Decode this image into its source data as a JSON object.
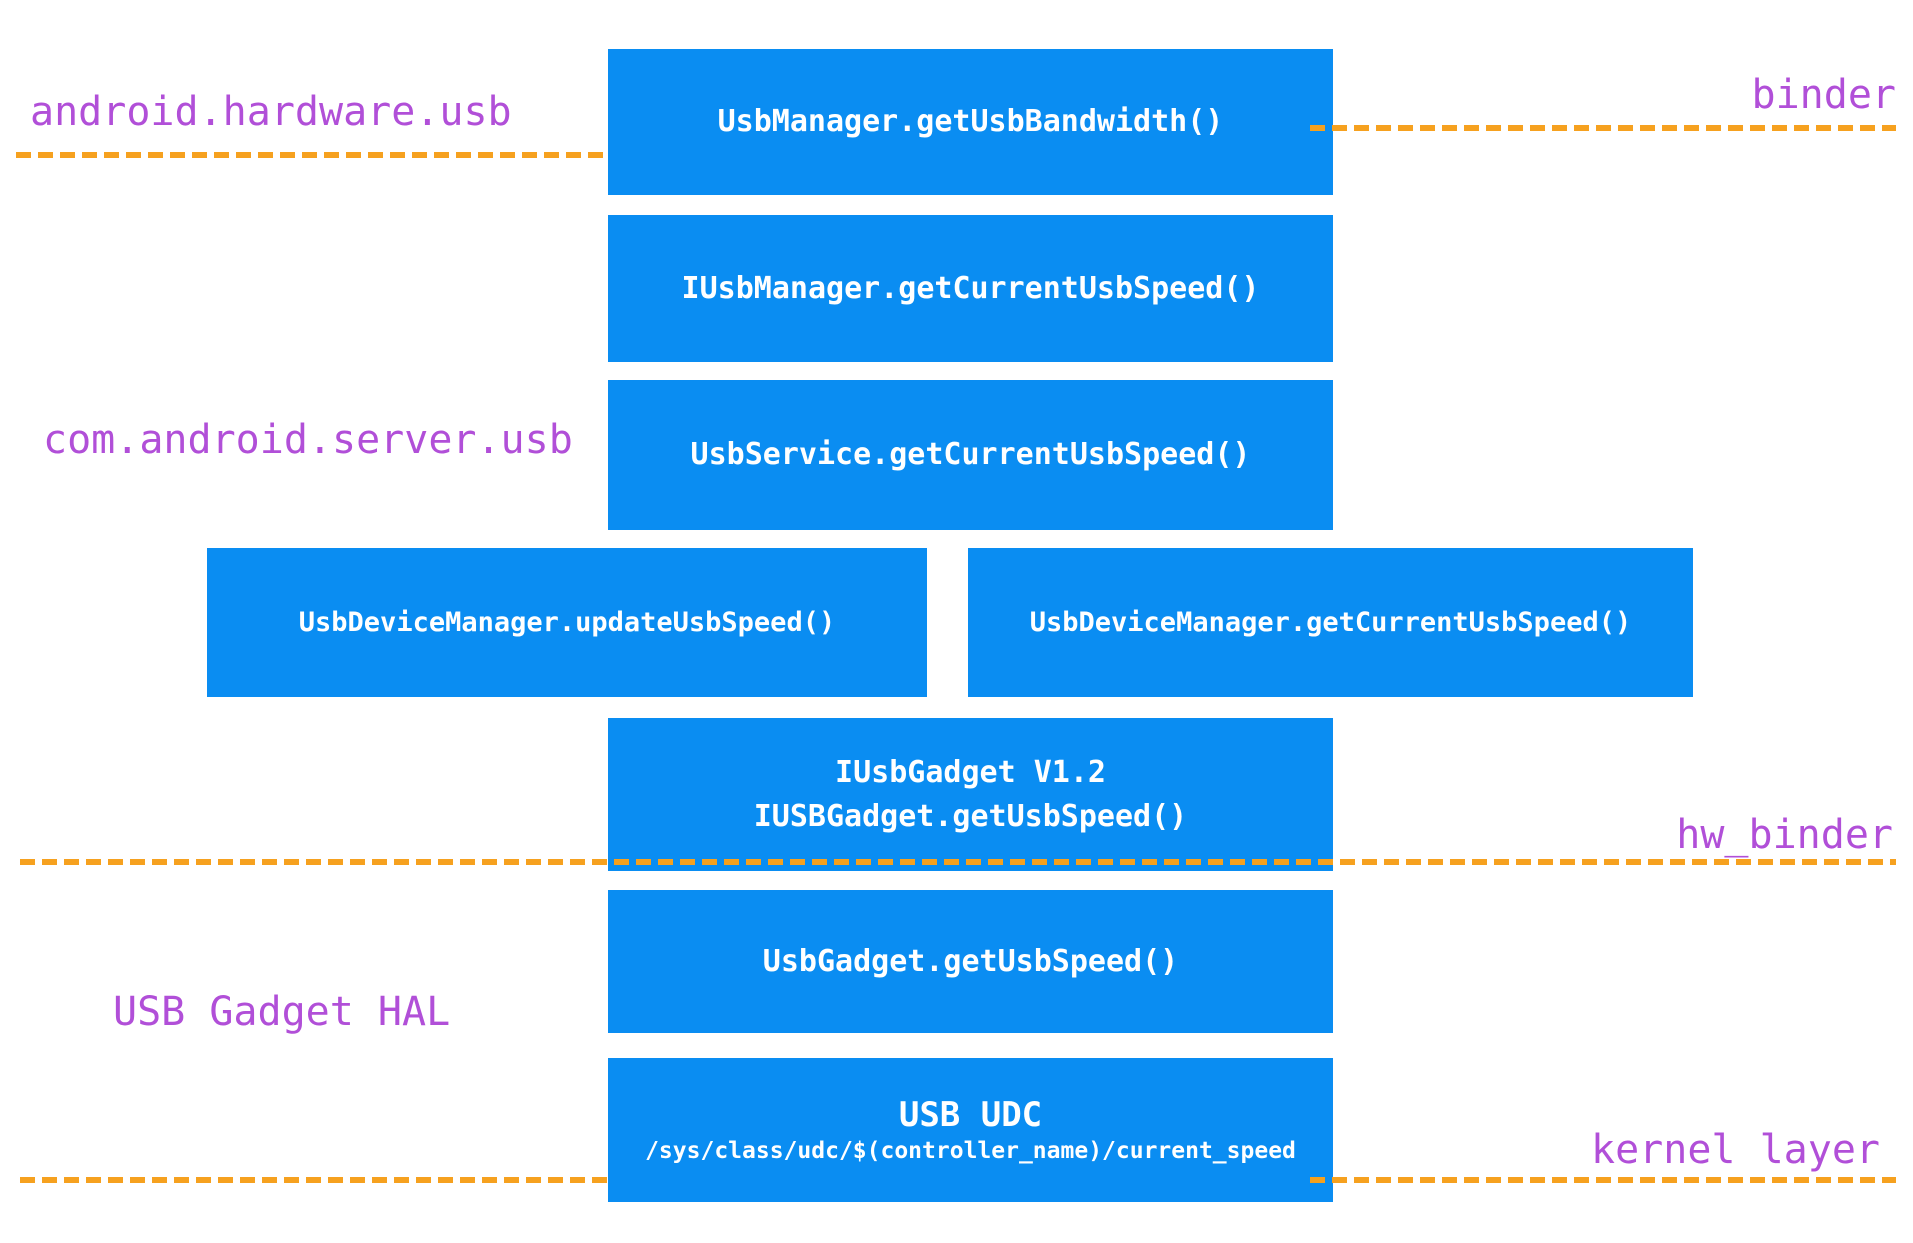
{
  "diagram": {
    "title_context": "Android USB speed query flow diagram",
    "labels": {
      "package": "android.hardware.usb",
      "binder": "binder",
      "server": "com.android.server.usb",
      "hw_binder": "hw_binder",
      "hal": "USB Gadget HAL",
      "kernel": "kernel layer"
    },
    "boxes": [
      {
        "id": "usb-manager",
        "lines": [
          "UsbManager.getUsbBandwidth()"
        ]
      },
      {
        "id": "iusb-manager",
        "lines": [
          "IUsbManager.getCurrentUsbSpeed()"
        ]
      },
      {
        "id": "usb-service",
        "lines": [
          "UsbService.getCurrentUsbSpeed()"
        ]
      },
      {
        "id": "usb-device-manager-update",
        "lines": [
          "UsbDeviceManager.updateUsbSpeed()"
        ]
      },
      {
        "id": "usb-device-manager-get",
        "lines": [
          "UsbDeviceManager.getCurrentUsbSpeed()"
        ]
      },
      {
        "id": "iusb-gadget",
        "lines": [
          "IUsbGadget V1.2",
          "IUSBGadget.getUsbSpeed()"
        ]
      },
      {
        "id": "usb-gadget",
        "lines": [
          "UsbGadget.getUsbSpeed()"
        ]
      },
      {
        "id": "usb-udc",
        "lines": [
          "USB UDC",
          "/sys/class/udc/$(controller_name)/current_speed"
        ]
      }
    ],
    "colors": {
      "box_blue": "#0a8df2",
      "dash_orange": "#f6a11f",
      "label_purple": "#b14fd8",
      "box_text": "#ffffff",
      "background": "#ffffff"
    }
  }
}
